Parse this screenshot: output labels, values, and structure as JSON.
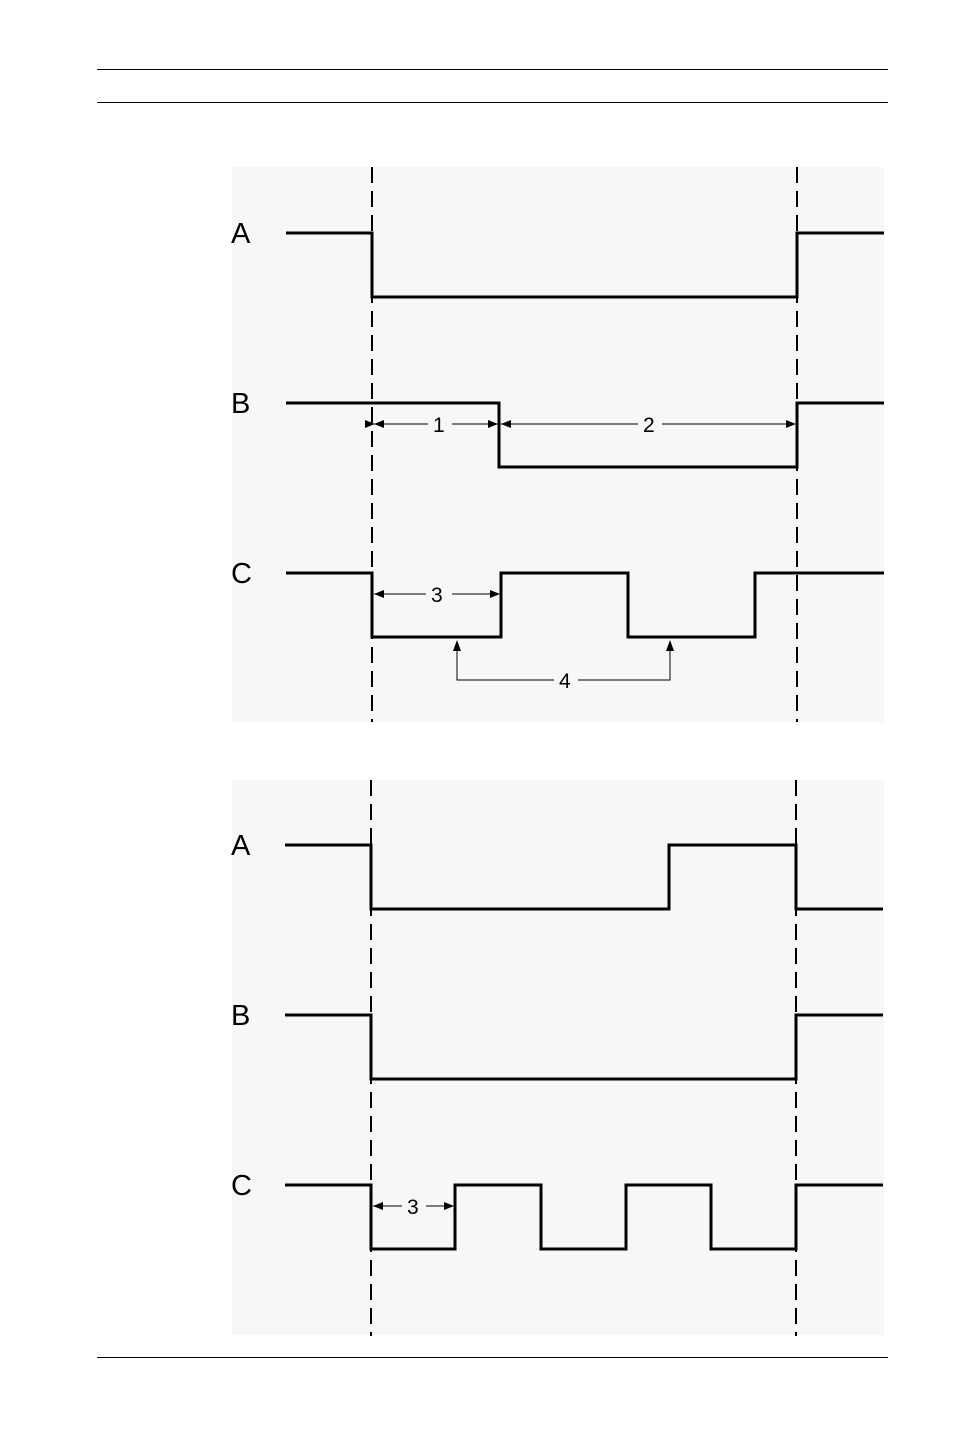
{
  "diagram_upper": {
    "signals": [
      {
        "label": "A"
      },
      {
        "label": "B"
      },
      {
        "label": "C"
      }
    ],
    "dimensions": [
      {
        "label": "1"
      },
      {
        "label": "2"
      },
      {
        "label": "3"
      },
      {
        "label": "4"
      }
    ]
  },
  "diagram_lower": {
    "signals": [
      {
        "label": "A"
      },
      {
        "label": "B"
      },
      {
        "label": "C"
      }
    ],
    "dimensions": [
      {
        "label": "3"
      }
    ]
  }
}
